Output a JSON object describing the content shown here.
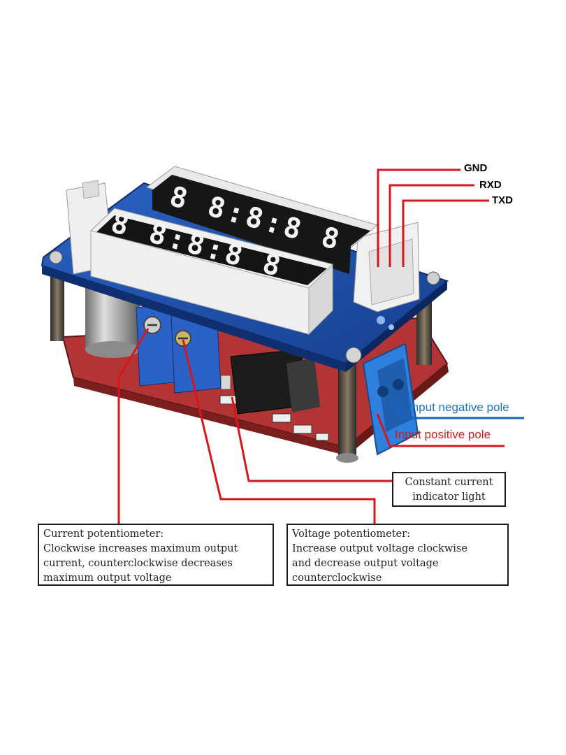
{
  "pins": {
    "gnd": "GND",
    "rxd": "RXD",
    "txd": "TXD"
  },
  "poles": {
    "negative": "Input negative pole",
    "positive": "Input positive pole"
  },
  "notes": {
    "indicator": [
      "Constant current",
      "indicator light"
    ],
    "current_pot": [
      "Current potentiometer:",
      "Clockwise increases maximum output",
      "current, counterclockwise decreases",
      "maximum output voltage"
    ],
    "voltage_pot": [
      "Voltage potentiometer:",
      "Increase output voltage clockwise",
      "and decrease output voltage",
      "counterclockwise"
    ]
  },
  "display": {
    "top_digits": "8 8:8:8 8",
    "bottom_digits": "8 8:8:8 8"
  },
  "colors": {
    "leader_red": "#d8141c",
    "leader_blue": "#1565c0",
    "pole_negative_text": "#1e73c8",
    "pole_positive_text": "#d01c1c",
    "pcb_blue": "#1f55b3",
    "pcb_red": "#c03a3a",
    "terminal_blue": "#2a78d8",
    "display_face": "#141414",
    "segment_white": "#f4f4f4"
  }
}
